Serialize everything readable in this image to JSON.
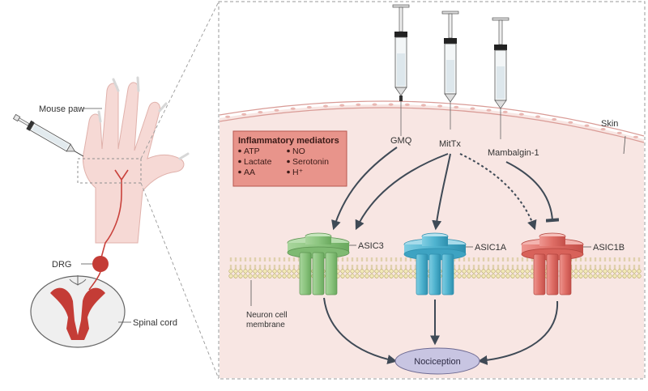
{
  "left_panel": {
    "mouse_paw_label": "Mouse paw",
    "drg_label": "DRG",
    "spinal_cord_label": "Spinal cord"
  },
  "inflammatory_box": {
    "title": "Inflammatory mediators",
    "column1": [
      "ATP",
      "Lactate",
      "AA"
    ],
    "column2": [
      "NO",
      "Serotonin",
      "H⁺"
    ]
  },
  "toxins": {
    "gmq": "GMQ",
    "mittx": "MitTx",
    "mambalgin": "Mambalgin-1"
  },
  "skin_label": "Skin",
  "channels": {
    "asic3": "ASIC3",
    "asic1a": "ASIC1A",
    "asic1b": "ASIC1B"
  },
  "membrane_label": [
    "Neuron cell",
    "membrane"
  ],
  "nociception_label": "Nociception",
  "colors": {
    "background_pink": "#f8e6e3",
    "skin_line": "#d99b96",
    "asic3_green": "#8cc57f",
    "asic1a_blue": "#4fb3cf",
    "asic1b_red": "#df6e66",
    "mediator_box": "#e8948b",
    "nociception_fill": "#c8c5e2",
    "arrow": "#3f4a56"
  }
}
